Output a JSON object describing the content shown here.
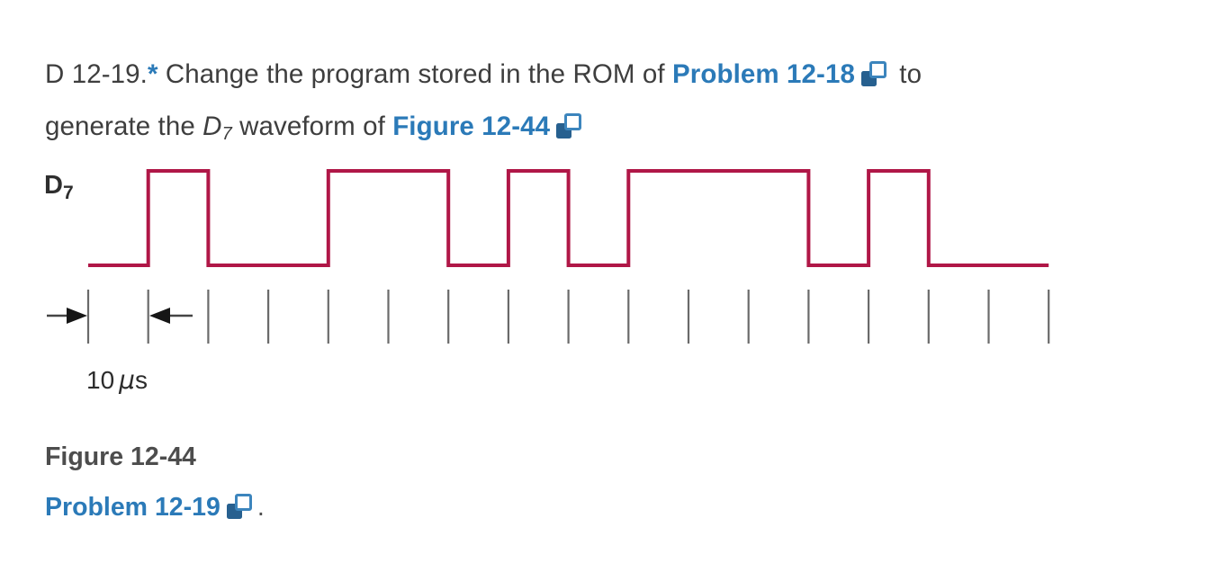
{
  "problem": {
    "id_label": "D 12-19.",
    "star": "*",
    "text_1": " Change the program stored in the ROM of ",
    "link_problem": "Problem 12-18",
    "text_2": " to",
    "text_3": "generate the ",
    "signal_base": "D",
    "signal_sub": "7",
    "text_4": " waveform of ",
    "link_figure": "Figure 12-44"
  },
  "figure": {
    "signal_label_base": "D",
    "signal_label_sub": "7",
    "time_label_value": "10",
    "time_label_mu": "μ",
    "time_label_unit": "s"
  },
  "caption": {
    "title": "Figure 12-44",
    "link": "Problem 12-19",
    "period": "."
  },
  "icons": {
    "reference_icon": "pages-icon (overlapping squares, reference/popup link)"
  },
  "chart_data": {
    "type": "timing-waveform",
    "title": "D7 output waveform",
    "signal": "D7",
    "interval_us": 10,
    "num_intervals": 16,
    "total_ticks": 17,
    "bits": [
      0,
      1,
      0,
      0,
      1,
      1,
      0,
      1,
      0,
      1,
      1,
      1,
      0,
      1,
      0,
      0
    ],
    "x_unit_label": "10 μs",
    "levels": [
      "LOW",
      "HIGH"
    ],
    "colors": {
      "waveform": "#b01747",
      "link": "#2b7ab8",
      "body_text": "#3e3e3e",
      "tick": "#6a6a6a"
    }
  }
}
